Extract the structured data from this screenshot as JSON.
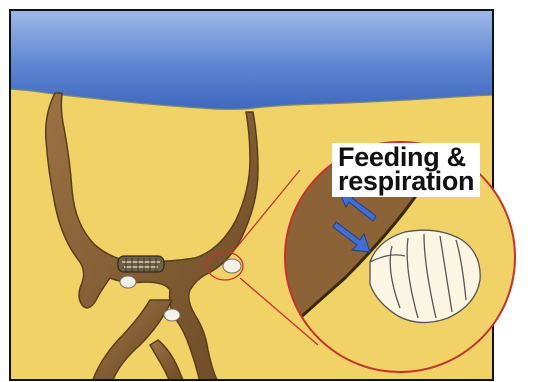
{
  "callout": {
    "line1": "Feeding &",
    "line2": "respiration"
  },
  "colors": {
    "water": "#4a78c8",
    "sediment": "#f0d266",
    "burrow": "#8b6337",
    "burrow_dark": "#6e4b26",
    "zoom_circle": "#c8322c",
    "arrow": "#3f6fd4",
    "clam_shell": "#fbf6e4"
  },
  "icons": [
    "worm",
    "clam",
    "double-arrow"
  ]
}
